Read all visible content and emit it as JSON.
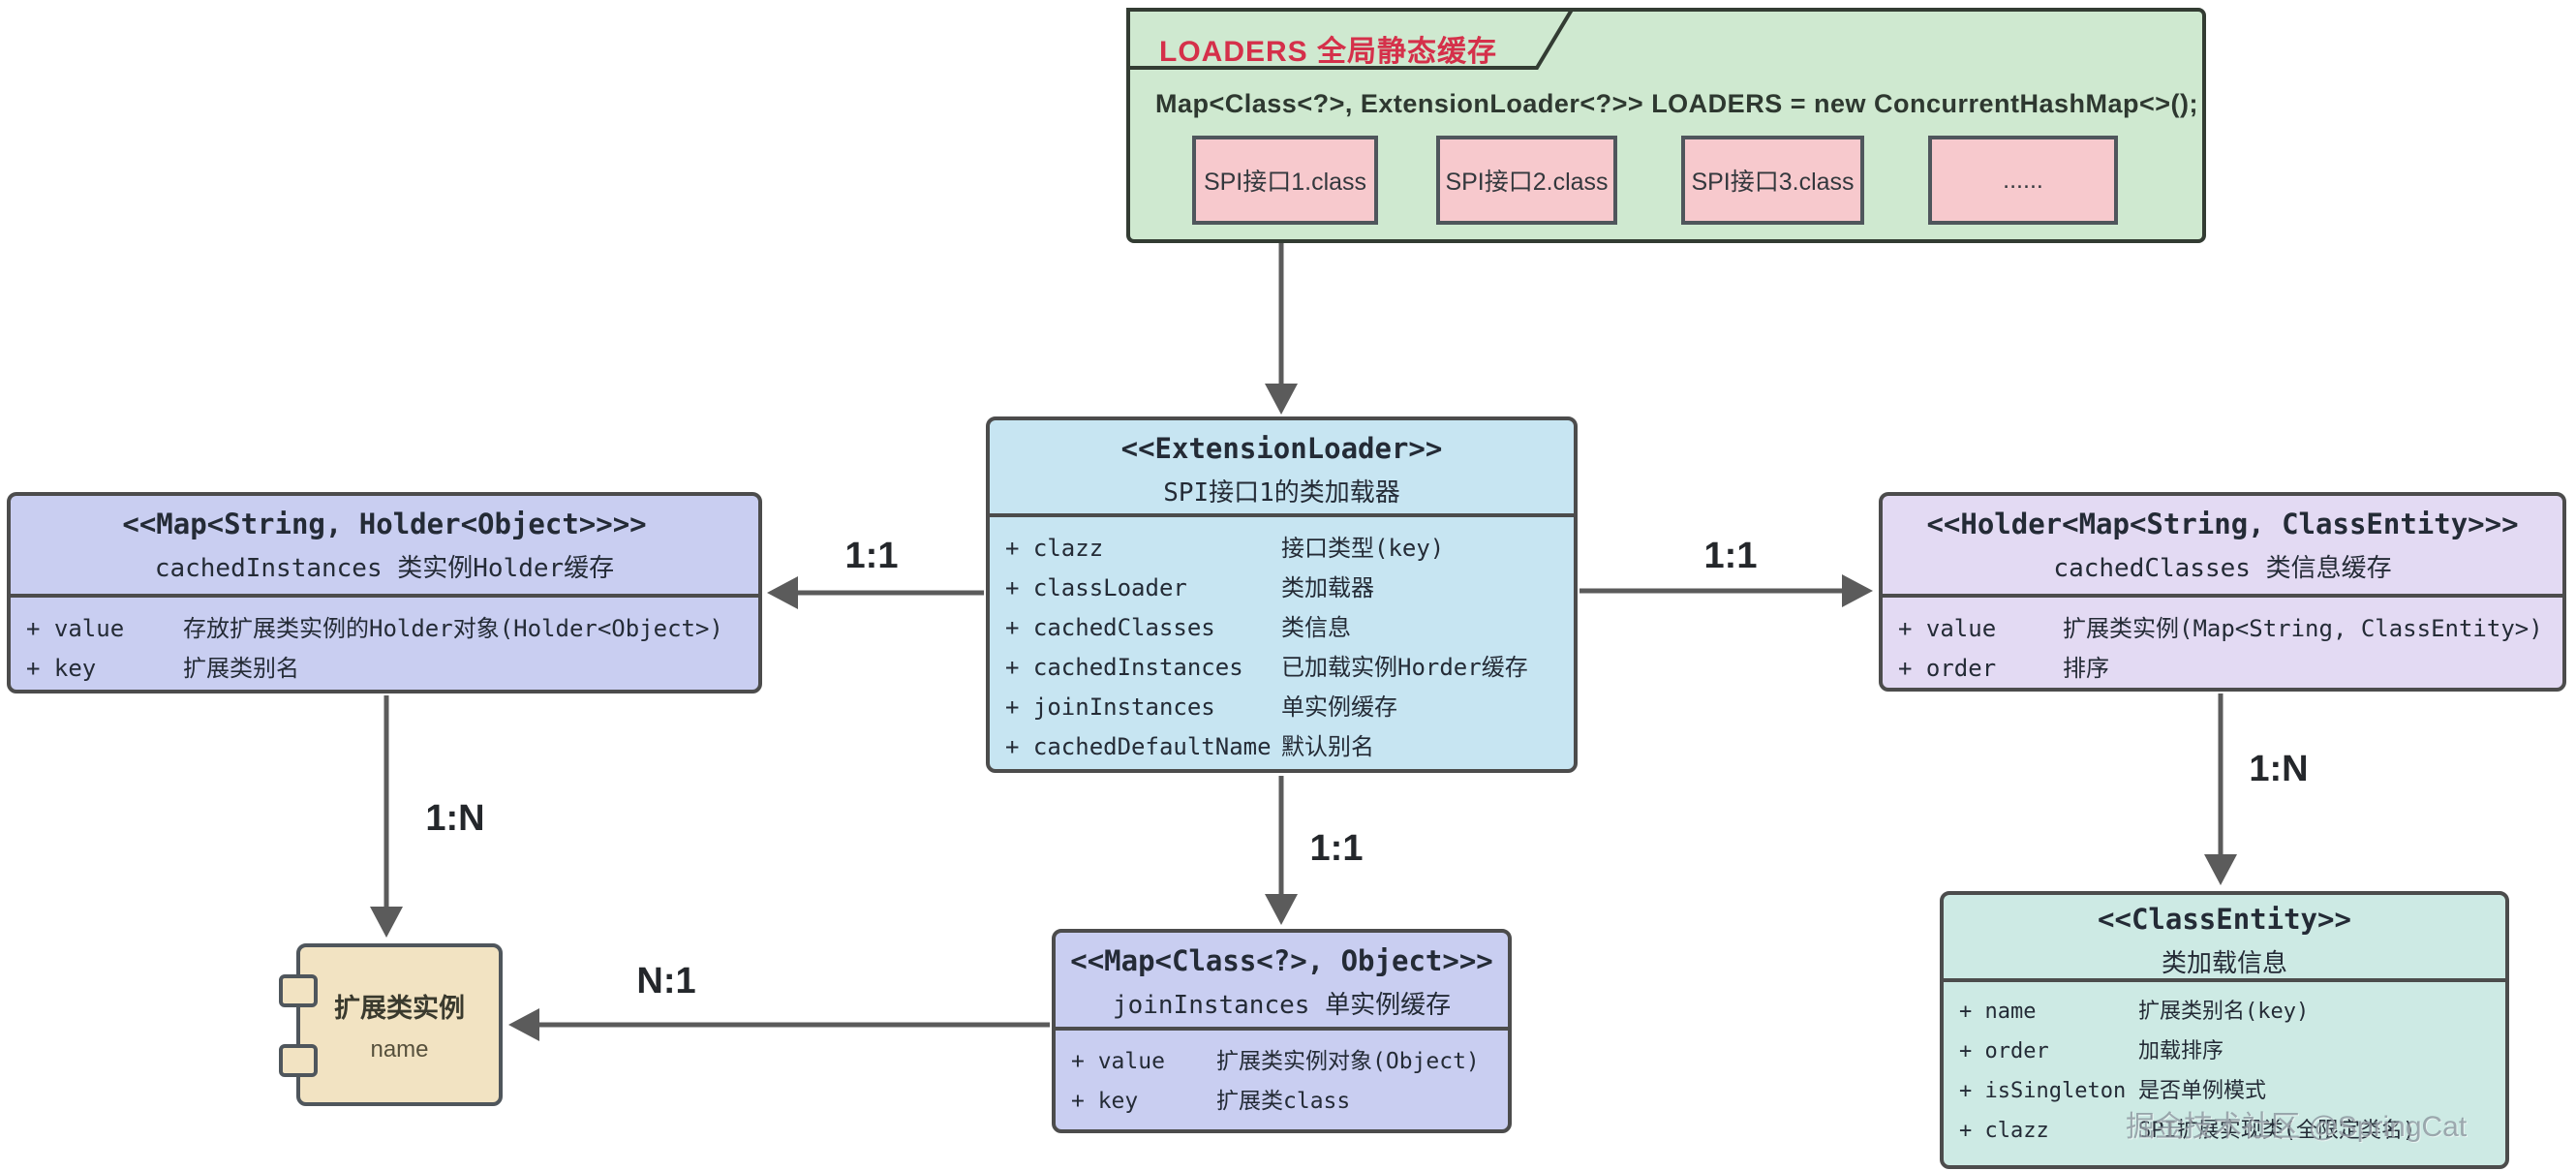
{
  "colors": {
    "panel_green_bg": "#cfe9d0",
    "panel_green_border": "#333c33",
    "chip_pink_bg": "#f7c9cd",
    "node_blue_bg": "#c7e5f2",
    "node_periwinkle_bg": "#c9cef1",
    "node_lavender_bg": "#e3daf3",
    "node_teal_bg": "#cdeae4",
    "node_tan_bg": "#f2e3c2",
    "node_border": "#4c4c4c",
    "arrow": "#5b5b5b",
    "title_red": "#d5304a",
    "text_dark": "#242b36",
    "watermark_gray": "#7a858f"
  },
  "loaders": {
    "tab_title": "LOADERS 全局静态缓存",
    "declaration": "Map<Class<?>, ExtensionLoader<?>> LOADERS = new ConcurrentHashMap<>();",
    "chips": [
      "SPI接口1.class",
      "SPI接口2.class",
      "SPI接口3.class",
      "......"
    ]
  },
  "nodes": {
    "extension_loader": {
      "stereotype": "<<ExtensionLoader>>",
      "title": "SPI接口1的类加载器",
      "fields": [
        {
          "name": "+ clazz",
          "desc": "接口类型(key)"
        },
        {
          "name": "+ classLoader",
          "desc": "类加载器"
        },
        {
          "name": "+ cachedClasses",
          "desc": "类信息"
        },
        {
          "name": "+ cachedInstances",
          "desc": "已加载实例Horder缓存"
        },
        {
          "name": "+ joinInstances",
          "desc": "单实例缓存"
        },
        {
          "name": "+ cachedDefaultName",
          "desc": "默认别名"
        }
      ]
    },
    "cached_instances": {
      "stereotype": "<<Map<String, Holder<Object>>>>",
      "title": "cachedInstances 类实例Holder缓存",
      "fields": [
        {
          "name": "+ value",
          "desc": "存放扩展类实例的Holder对象(Holder<Object>)"
        },
        {
          "name": "+ key",
          "desc": "扩展类别名"
        }
      ]
    },
    "cached_classes": {
      "stereotype": "<<Holder<Map<String, ClassEntity>>>",
      "title": "cachedClasses 类信息缓存",
      "fields": [
        {
          "name": "+ value",
          "desc": "扩展类实例(Map<String, ClassEntity>)"
        },
        {
          "name": "+ order",
          "desc": "排序"
        }
      ]
    },
    "join_instances": {
      "stereotype": "<<Map<Class<?>, Object>>>",
      "title": "joinInstances 单实例缓存",
      "fields": [
        {
          "name": "+ value",
          "desc": "扩展类实例对象(Object)"
        },
        {
          "name": "+ key",
          "desc": "扩展类class"
        }
      ]
    },
    "class_entity": {
      "stereotype": "<<ClassEntity>>",
      "title": "类加载信息",
      "fields": [
        {
          "name": "+ name",
          "desc": "扩展类别名(key)"
        },
        {
          "name": "+ order",
          "desc": "加载排序"
        },
        {
          "name": "+ isSingleton",
          "desc": "是否单例模式"
        },
        {
          "name": "+ clazz",
          "desc": "SPI扩展实现类(全限定类名)"
        }
      ]
    },
    "instance": {
      "title": "扩展类实例",
      "subtitle": "name"
    }
  },
  "edges": {
    "loader_to_extension": "",
    "extension_to_cachedinstances": "1:1",
    "extension_to_cachedclasses": "1:1",
    "cachedinstances_to_instance": "1:N",
    "extension_to_joininstances": "1:1",
    "cachedclasses_to_classentity": "1:N",
    "joininstances_to_instance": "N:1"
  },
  "watermark": "掘金技术社区 @SpringCat"
}
